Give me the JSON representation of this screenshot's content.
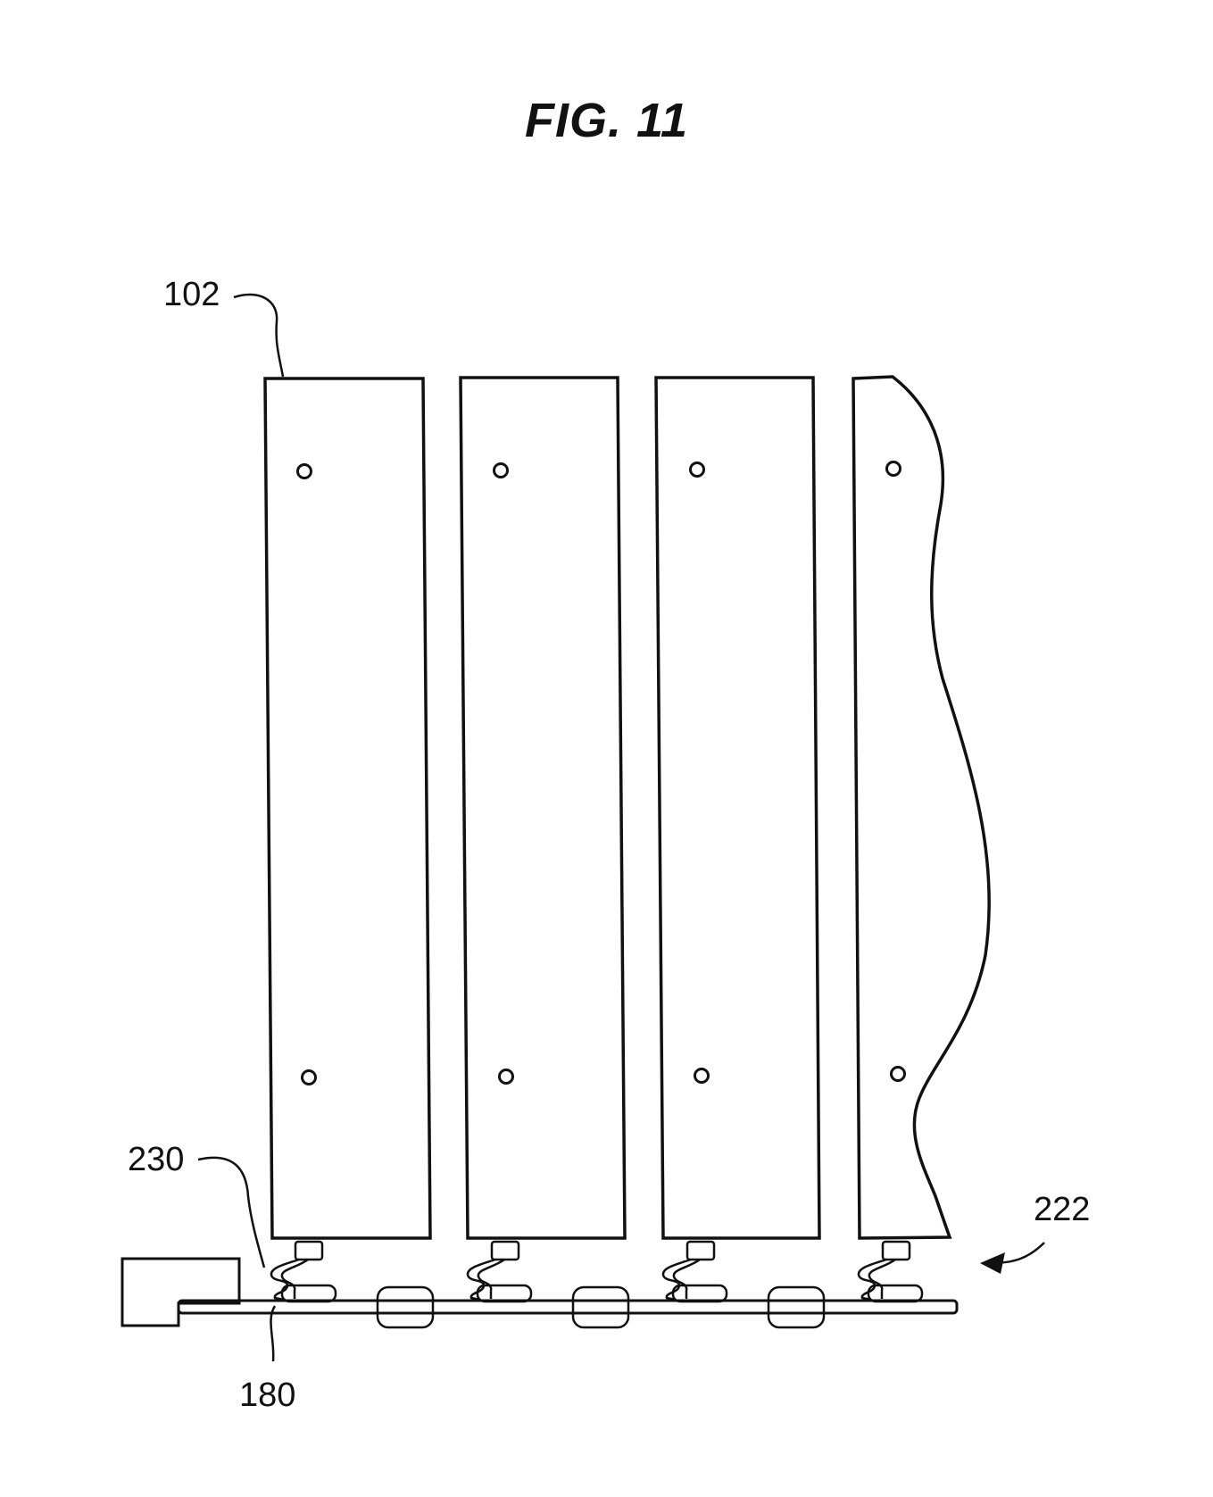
{
  "figure": {
    "title": "FIG. 11",
    "labels": {
      "panel": "102",
      "spring": "230",
      "board": "180",
      "arrow_ref": "222"
    }
  },
  "colors": {
    "line": "#111111",
    "background": "#ffffff"
  }
}
